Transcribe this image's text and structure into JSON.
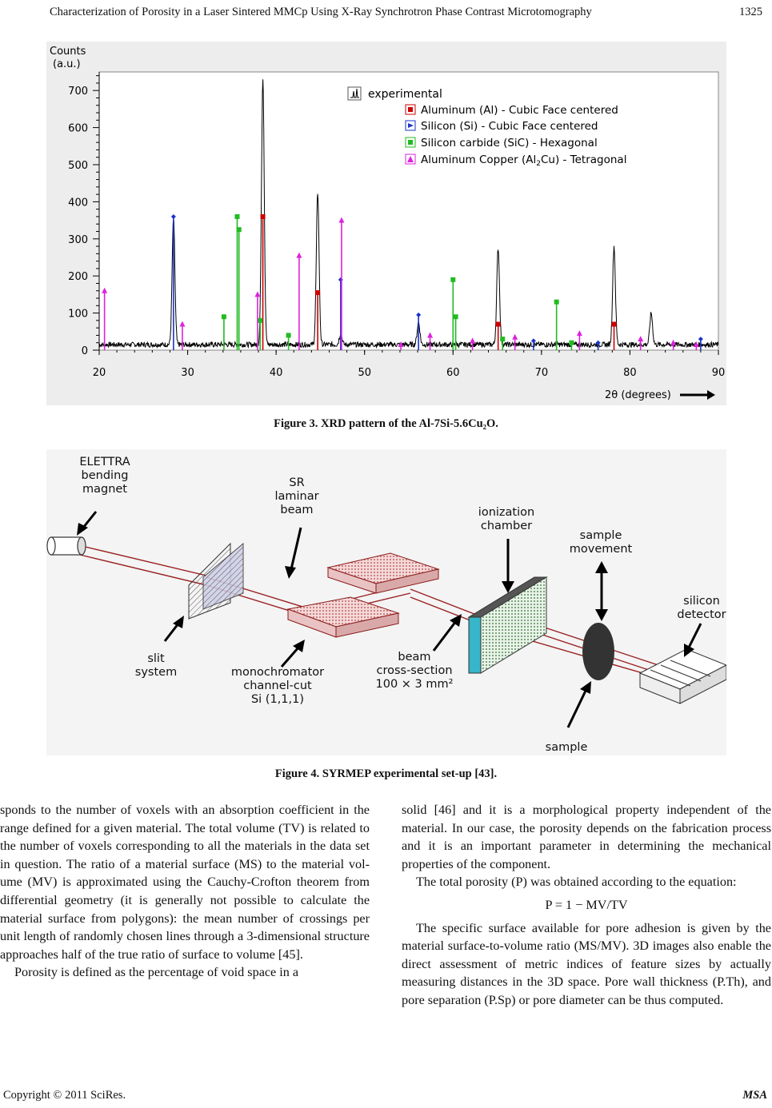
{
  "header": {
    "running_title": "Characterization of Porosity in a Laser Sintered MMCp Using X-Ray Synchrotron Phase Contrast Microtomography",
    "page_number": "1325"
  },
  "figure3": {
    "caption": "Figure 3. XRD pattern of the Al-7Si-5.6Cu₂O.",
    "ylabel_line1": "Counts",
    "ylabel_line2": "(a.u.)",
    "xlabel": "2θ (degrees)",
    "legend": {
      "experimental": "experimental",
      "al": "Aluminum (Al) - Cubic Face centered",
      "si": "Silicon (Si) - Cubic Face centered",
      "sic": "Silicon carbide (SiC) - Hexagonal",
      "alcu_pre": "Aluminum Copper (Al",
      "alcu_sub": "2",
      "alcu_post": "Cu) - Tetragonal"
    },
    "colors": {
      "experimental": "#000000",
      "al": "#cc0000",
      "si": "#1a33cc",
      "sic": "#22bb22",
      "alcu": "#dd22dd"
    }
  },
  "chart_data": {
    "type": "line",
    "title": "",
    "xlabel": "2θ (degrees)",
    "ylabel": "Counts (a.u.)",
    "xlim": [
      20,
      90
    ],
    "ylim": [
      0,
      750
    ],
    "x_ticks": [
      20,
      30,
      40,
      50,
      60,
      70,
      80,
      90
    ],
    "y_ticks": [
      0,
      100,
      200,
      300,
      400,
      500,
      600,
      700
    ],
    "experimental_peaks": [
      {
        "x": 28.4,
        "y": 340
      },
      {
        "x": 38.5,
        "y": 720
      },
      {
        "x": 44.7,
        "y": 410
      },
      {
        "x": 47.3,
        "y": 30
      },
      {
        "x": 56.1,
        "y": 60
      },
      {
        "x": 65.1,
        "y": 260
      },
      {
        "x": 78.2,
        "y": 265
      },
      {
        "x": 82.4,
        "y": 85
      }
    ],
    "series": [
      {
        "name": "Aluminum (Al) - Cubic Face centered",
        "x": [
          38.5,
          44.7,
          65.1,
          78.2
        ],
        "y": [
          360,
          155,
          70,
          70
        ]
      },
      {
        "name": "Silicon (Si) - Cubic Face centered",
        "x": [
          28.4,
          47.3,
          56.1,
          69.1,
          76.4,
          88.0
        ],
        "y": [
          360,
          190,
          95,
          25,
          20,
          30
        ]
      },
      {
        "name": "Silicon carbide (SiC) - Hexagonal",
        "x": [
          34.1,
          35.6,
          35.8,
          38.2,
          41.4,
          60.0,
          60.3,
          65.6,
          71.7,
          73.4
        ],
        "y": [
          90,
          360,
          325,
          80,
          40,
          190,
          90,
          30,
          130,
          20
        ]
      },
      {
        "name": "Aluminum Copper (Al2Cu) - Tetragonal",
        "x": [
          20.6,
          29.4,
          37.9,
          42.6,
          47.4,
          54.1,
          57.4,
          62.2,
          67.0,
          74.3,
          81.2,
          84.9,
          87.5
        ],
        "y": [
          160,
          70,
          150,
          255,
          350,
          15,
          40,
          25,
          35,
          45,
          30,
          20,
          15
        ]
      }
    ]
  },
  "figure4": {
    "caption": "Figure 4. SYRMEP experimental set-up [43].",
    "labels": {
      "elettra1": "ELETTRA",
      "elettra2": "bending",
      "elettra3": "magnet",
      "sr1": "SR",
      "sr2": "laminar",
      "sr3": "beam",
      "ion1": "ionization",
      "ion2": "chamber",
      "sm1": "sample",
      "sm2": "movement",
      "sd1": "silicon",
      "sd2": "detector",
      "slit1": "slit",
      "slit2": "system",
      "mono1": "monochromator",
      "mono2": "channel-cut",
      "mono3": "Si (1,1,1)",
      "beam1": "beam",
      "beam2": "cross-section",
      "beam3": "100 × 3 mm²",
      "sample": "sample"
    }
  },
  "body": {
    "left_p1": "sponds to the number of voxels with an absorption coef­ficient in the range defined for a given material. The total volume (TV) is related to the number of voxels corre­sponding to all the materials in the data set in question. The ratio of a material surface (MS) to the material vol­ume (MV) is approximated using the Cauchy-Crofton theorem from differential geometry (it is generally not possible to calculate the material surface from polygons): the mean number of crossings per unit length of ran­domly chosen lines through a 3-dimensional structure approaches half of the true ratio of surface to volume [45].",
    "left_p2": "Porosity is defined as the percentage of void space in a",
    "right_p1": "solid [46] and it is a morphological property independent of the material. In our case, the porosity depends on the fabrication process and it is an important parameter in determining the mechanical properties of the component.",
    "right_p2": "The total porosity (P) was obtained according to the equation:",
    "equation": "P = 1 − MV/TV",
    "right_p3": "The specific surface available for pore adhesion is given by the material surface-to-volume ratio (MS/MV). 3D images also enable the direct assessment of metric indices of feature sizes by actually measuring distances in the 3D space. Pore wall thickness (P.Th), and pore separation (P.Sp) or pore diameter can be thus computed."
  },
  "footer": {
    "copyright": "Copyright © 2011 SciRes.",
    "journal": "MSA"
  }
}
